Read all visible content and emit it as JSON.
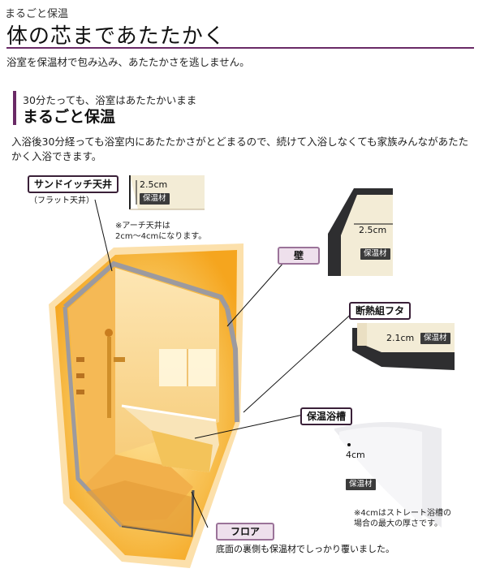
{
  "header": {
    "kicker": "まるごと保温",
    "title": "体の芯まであたたかく",
    "lead": "浴室を保温材で包み込み、あたたかさを逃しません。"
  },
  "section": {
    "subtitle": "30分たっても、浴室はあたたかいまま",
    "title": "まるごと保温",
    "body": "入浴後30分経っても浴室内にあたたかさがとどまるので、続けて入浴しなくても家族みんながあたたかく入浴できます。"
  },
  "diagram": {
    "ceiling": {
      "label": "サンドイッチ天井",
      "sublabel": "（フラット天井）",
      "thickness": "2.5cm",
      "material": "保温材",
      "note": "※アーチ天井は\n2cm〜4cmになります。"
    },
    "wall": {
      "label": "壁",
      "thickness": "2.5cm",
      "material": "保温材"
    },
    "lid": {
      "label": "断熱組フタ",
      "thickness": "2.1cm",
      "material": "保温材"
    },
    "tub": {
      "label": "保温浴槽",
      "thickness": "4cm",
      "material": "保温材",
      "note": "※4cmはストレート浴槽の\n場合の最大の厚さです。"
    },
    "floor": {
      "label": "フロア",
      "description": "底面の裏側も保温材でしっかり覆いました。"
    }
  },
  "colors": {
    "accent": "#6a2a66",
    "warm_glow": "#f6b33a",
    "insulation": "#f3ecd6",
    "panel": "#3a3a3a"
  }
}
